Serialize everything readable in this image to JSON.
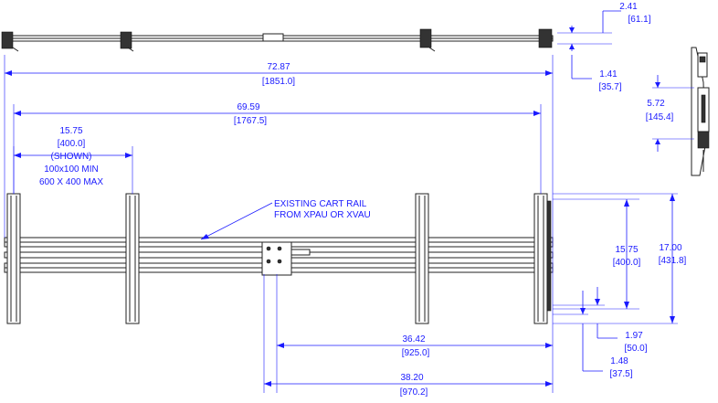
{
  "dimensions": {
    "top_depth": {
      "in": "2.41",
      "mm": "[61.1]"
    },
    "rail_height": {
      "in": "1.41",
      "mm": "[35.7]"
    },
    "overall_width": {
      "in": "72.87",
      "mm": "[1851.0]"
    },
    "side_depth": {
      "in": "5.72",
      "mm": "[145.4]"
    },
    "upright_span": {
      "in": "69.59",
      "mm": "[1767.5]"
    },
    "vesa_spacing": {
      "in": "15.75",
      "mm": "[400.0]"
    },
    "vesa_note": [
      "(SHOWN)",
      "100x100 MIN",
      "600 X 400 MAX"
    ],
    "vertical_vesa": {
      "in": "15.75",
      "mm": "[400.0]"
    },
    "overall_height": {
      "in": "17.00",
      "mm": "[431.8]"
    },
    "center_offset_a": {
      "in": "36.42",
      "mm": "[925.0]"
    },
    "bottom_offset_a": {
      "in": "1.97",
      "mm": "[50.0]"
    },
    "center_offset_b": {
      "in": "38.20",
      "mm": "[970.2]"
    },
    "bottom_offset_b": {
      "in": "1.48",
      "mm": "[37.5]"
    }
  },
  "callout": {
    "line1": "EXISTING CART RAIL",
    "line2": "FROM XPAU OR XVAU"
  }
}
